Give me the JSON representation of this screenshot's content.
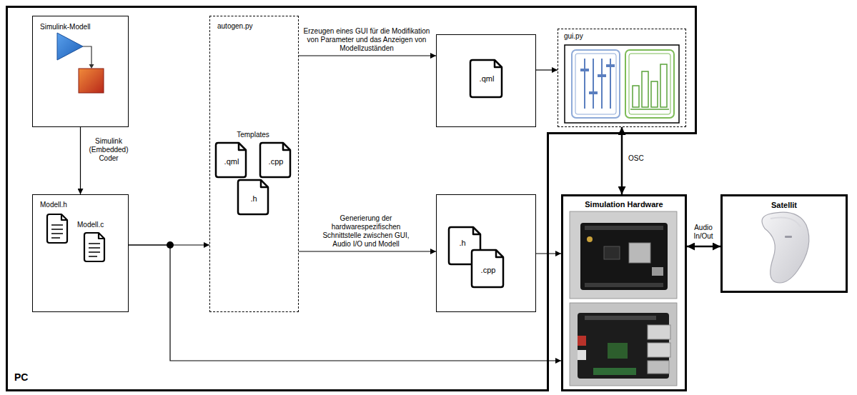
{
  "diagram": {
    "nodes": [
      {
        "text": [
          "PC"
        ]
      },
      {
        "text": [
          "Simulink-Modell"
        ],
        "in": 0
      },
      {
        "text": [
          "Modell.h",
          "Modell.c"
        ],
        "in": 0
      },
      {
        "text": [
          "autogen.py",
          "Templates",
          ".qml",
          ".cpp",
          ".h"
        ],
        "in": 0
      },
      {
        "text": [
          ".qml"
        ],
        "in": 0
      },
      {
        "text": [
          ".h",
          ".cpp"
        ],
        "in": 0
      },
      {
        "text": [
          "gui.py"
        ],
        "in": 0
      },
      {
        "text": [
          "Simulation Hardware"
        ]
      },
      {
        "text": [
          "Satellit"
        ]
      }
    ],
    "edges": [
      {
        "from": 1,
        "to": 2,
        "arrow": "to",
        "label": "Simulink (Embedded) Coder"
      },
      {
        "from": 2,
        "to": 3,
        "arrow": "to"
      },
      {
        "from": 2,
        "to": 7,
        "arrow": "to"
      },
      {
        "from": 3,
        "to": 4,
        "arrow": "to",
        "label": "Erzeugen eines GUI für die Modifikation von Parameter und das Anzeigen von Modellzuständen"
      },
      {
        "from": 3,
        "to": 5,
        "arrow": "to",
        "label": "Generierung der hardwarespezifischen Schnittstelle zwischen GUI, Audio I/O und Modell"
      },
      {
        "from": 4,
        "to": 6,
        "arrow": "to"
      },
      {
        "from": 5,
        "to": 7,
        "arrow": "to"
      },
      {
        "from": 6,
        "to": 7,
        "arrow": "both",
        "label": "OSC"
      },
      {
        "from": 7,
        "to": 8,
        "arrow": "both",
        "label": "Audio In/Out"
      }
    ]
  }
}
